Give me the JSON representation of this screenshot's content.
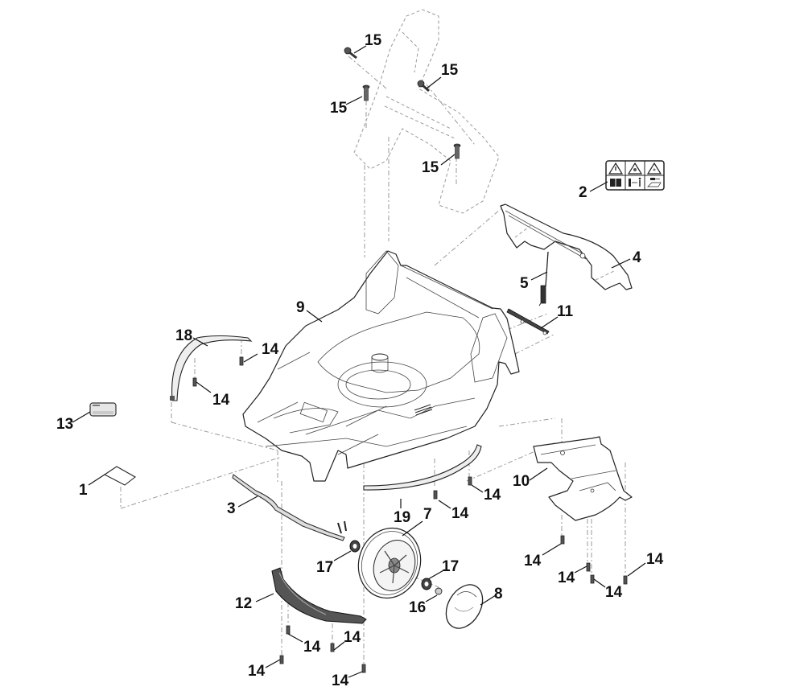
{
  "diagram": {
    "title": "Lawn mower deck exploded parts diagram",
    "type": "exploded-parts-view",
    "colors": {
      "line": "#222222",
      "hidden_line": "#9a9a9a",
      "background": "#ffffff"
    },
    "parts": [
      {
        "id": "1",
        "label": "1",
        "description": "label-blank"
      },
      {
        "id": "2",
        "label": "2",
        "description": "warning-label-symbols"
      },
      {
        "id": "3",
        "label": "3",
        "description": "rear-axle"
      },
      {
        "id": "4",
        "label": "4",
        "description": "rear-flap"
      },
      {
        "id": "5",
        "label": "5",
        "description": "flap-spring-rod"
      },
      {
        "id": "7",
        "label": "7",
        "description": "wheel"
      },
      {
        "id": "8",
        "label": "8",
        "description": "hub-cap"
      },
      {
        "id": "9",
        "label": "9",
        "description": "mower-deck"
      },
      {
        "id": "10",
        "label": "10",
        "description": "chute-guard"
      },
      {
        "id": "11",
        "label": "11",
        "description": "flap-hinge-rail"
      },
      {
        "id": "12",
        "label": "12",
        "description": "wheel-arch-trim"
      },
      {
        "id": "13",
        "label": "13",
        "description": "rating-label"
      },
      {
        "id": "14",
        "label": "14",
        "description": "screw"
      },
      {
        "id": "15",
        "label": "15",
        "description": "handle-bolt"
      },
      {
        "id": "16",
        "label": "16",
        "description": "nut"
      },
      {
        "id": "17",
        "label": "17",
        "description": "bushing"
      },
      {
        "id": "18",
        "label": "18",
        "description": "front-bumper-trim"
      },
      {
        "id": "19",
        "label": "19",
        "description": "side-trim-strip"
      }
    ],
    "callouts": {
      "c15a": "15",
      "c15b": "15",
      "c15c": "15",
      "c15d": "15",
      "c2": "2",
      "c4": "4",
      "c5": "5",
      "c11": "11",
      "c9": "9",
      "c18": "18",
      "c14a": "14",
      "c14b": "14",
      "c13": "13",
      "c1": "1",
      "c3": "3",
      "c10": "10",
      "c14c": "14",
      "c19": "19",
      "c7": "7",
      "c14d": "14",
      "c17a": "17",
      "c17b": "17",
      "c16": "16",
      "c8": "8",
      "c12": "12",
      "c14e": "14",
      "c14f": "14",
      "c14g": "14",
      "c14h": "14",
      "c14i": "14",
      "c14j": "14",
      "c14k": "14",
      "c14l": "14"
    },
    "warning_label_icons": [
      "warning-triangle-icon",
      "warning-blade-icon",
      "warning-debris-icon",
      "manual-book-icon",
      "distance-person-icon",
      "disconnect-plug-icon"
    ]
  }
}
